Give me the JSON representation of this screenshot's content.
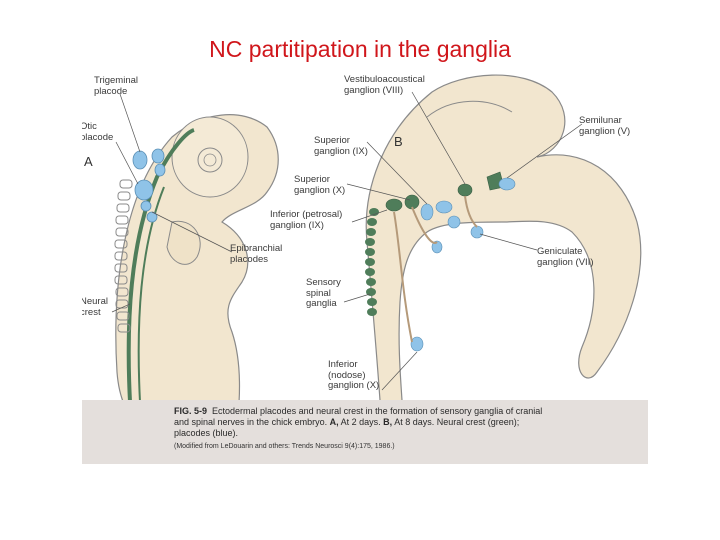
{
  "slide": {
    "title": "NC partitipation in the ganglia"
  },
  "figure": {
    "panel_a": "A",
    "panel_b": "B",
    "labels_a": {
      "trigeminal_placode": "Trigeminal\nplacode",
      "otic_placode": "Otic\nplacode",
      "epibranchial_placodes": "Epibranchial\nplacodes",
      "neural_crest": "Neural\ncrest"
    },
    "labels_b": {
      "vestibuloacoustical": "Vestibuloacoustical\nganglion (VIII)",
      "semilunar": "Semilunar\nganglion (V)",
      "superior_ix": "Superior\nganglion (IX)",
      "superior_x": "Superior\nganglion (X)",
      "inferior_petrosal": "Inferior (petrosal)\nganglion (IX)",
      "geniculate": "Geniculate\nganglion (VII)",
      "sensory_spinal": "Sensory\nspinal\nganglia",
      "inferior_nodose": "Inferior\n(nodose)\nganglion (X)"
    },
    "caption": {
      "fig_no": "FIG. 5-9",
      "text": "Ectodermal placodes and neural crest in the formation of sensory ganglia of cranial and spinal nerves in the chick embryo.",
      "a_label": "A,",
      "a_text": "At 2 days.",
      "b_label": "B,",
      "b_text": "At 8 days. Neural crest (green); placodes (blue).",
      "credit": "(Modified from LeDouarin and others: Trends Neurosci 9(4):175, 1986.)"
    },
    "colors": {
      "neural_crest": "#4f7d5a",
      "placode": "#8fc3e8",
      "tissue": "#f2e6cf",
      "outline": "#8a8a8a"
    }
  }
}
